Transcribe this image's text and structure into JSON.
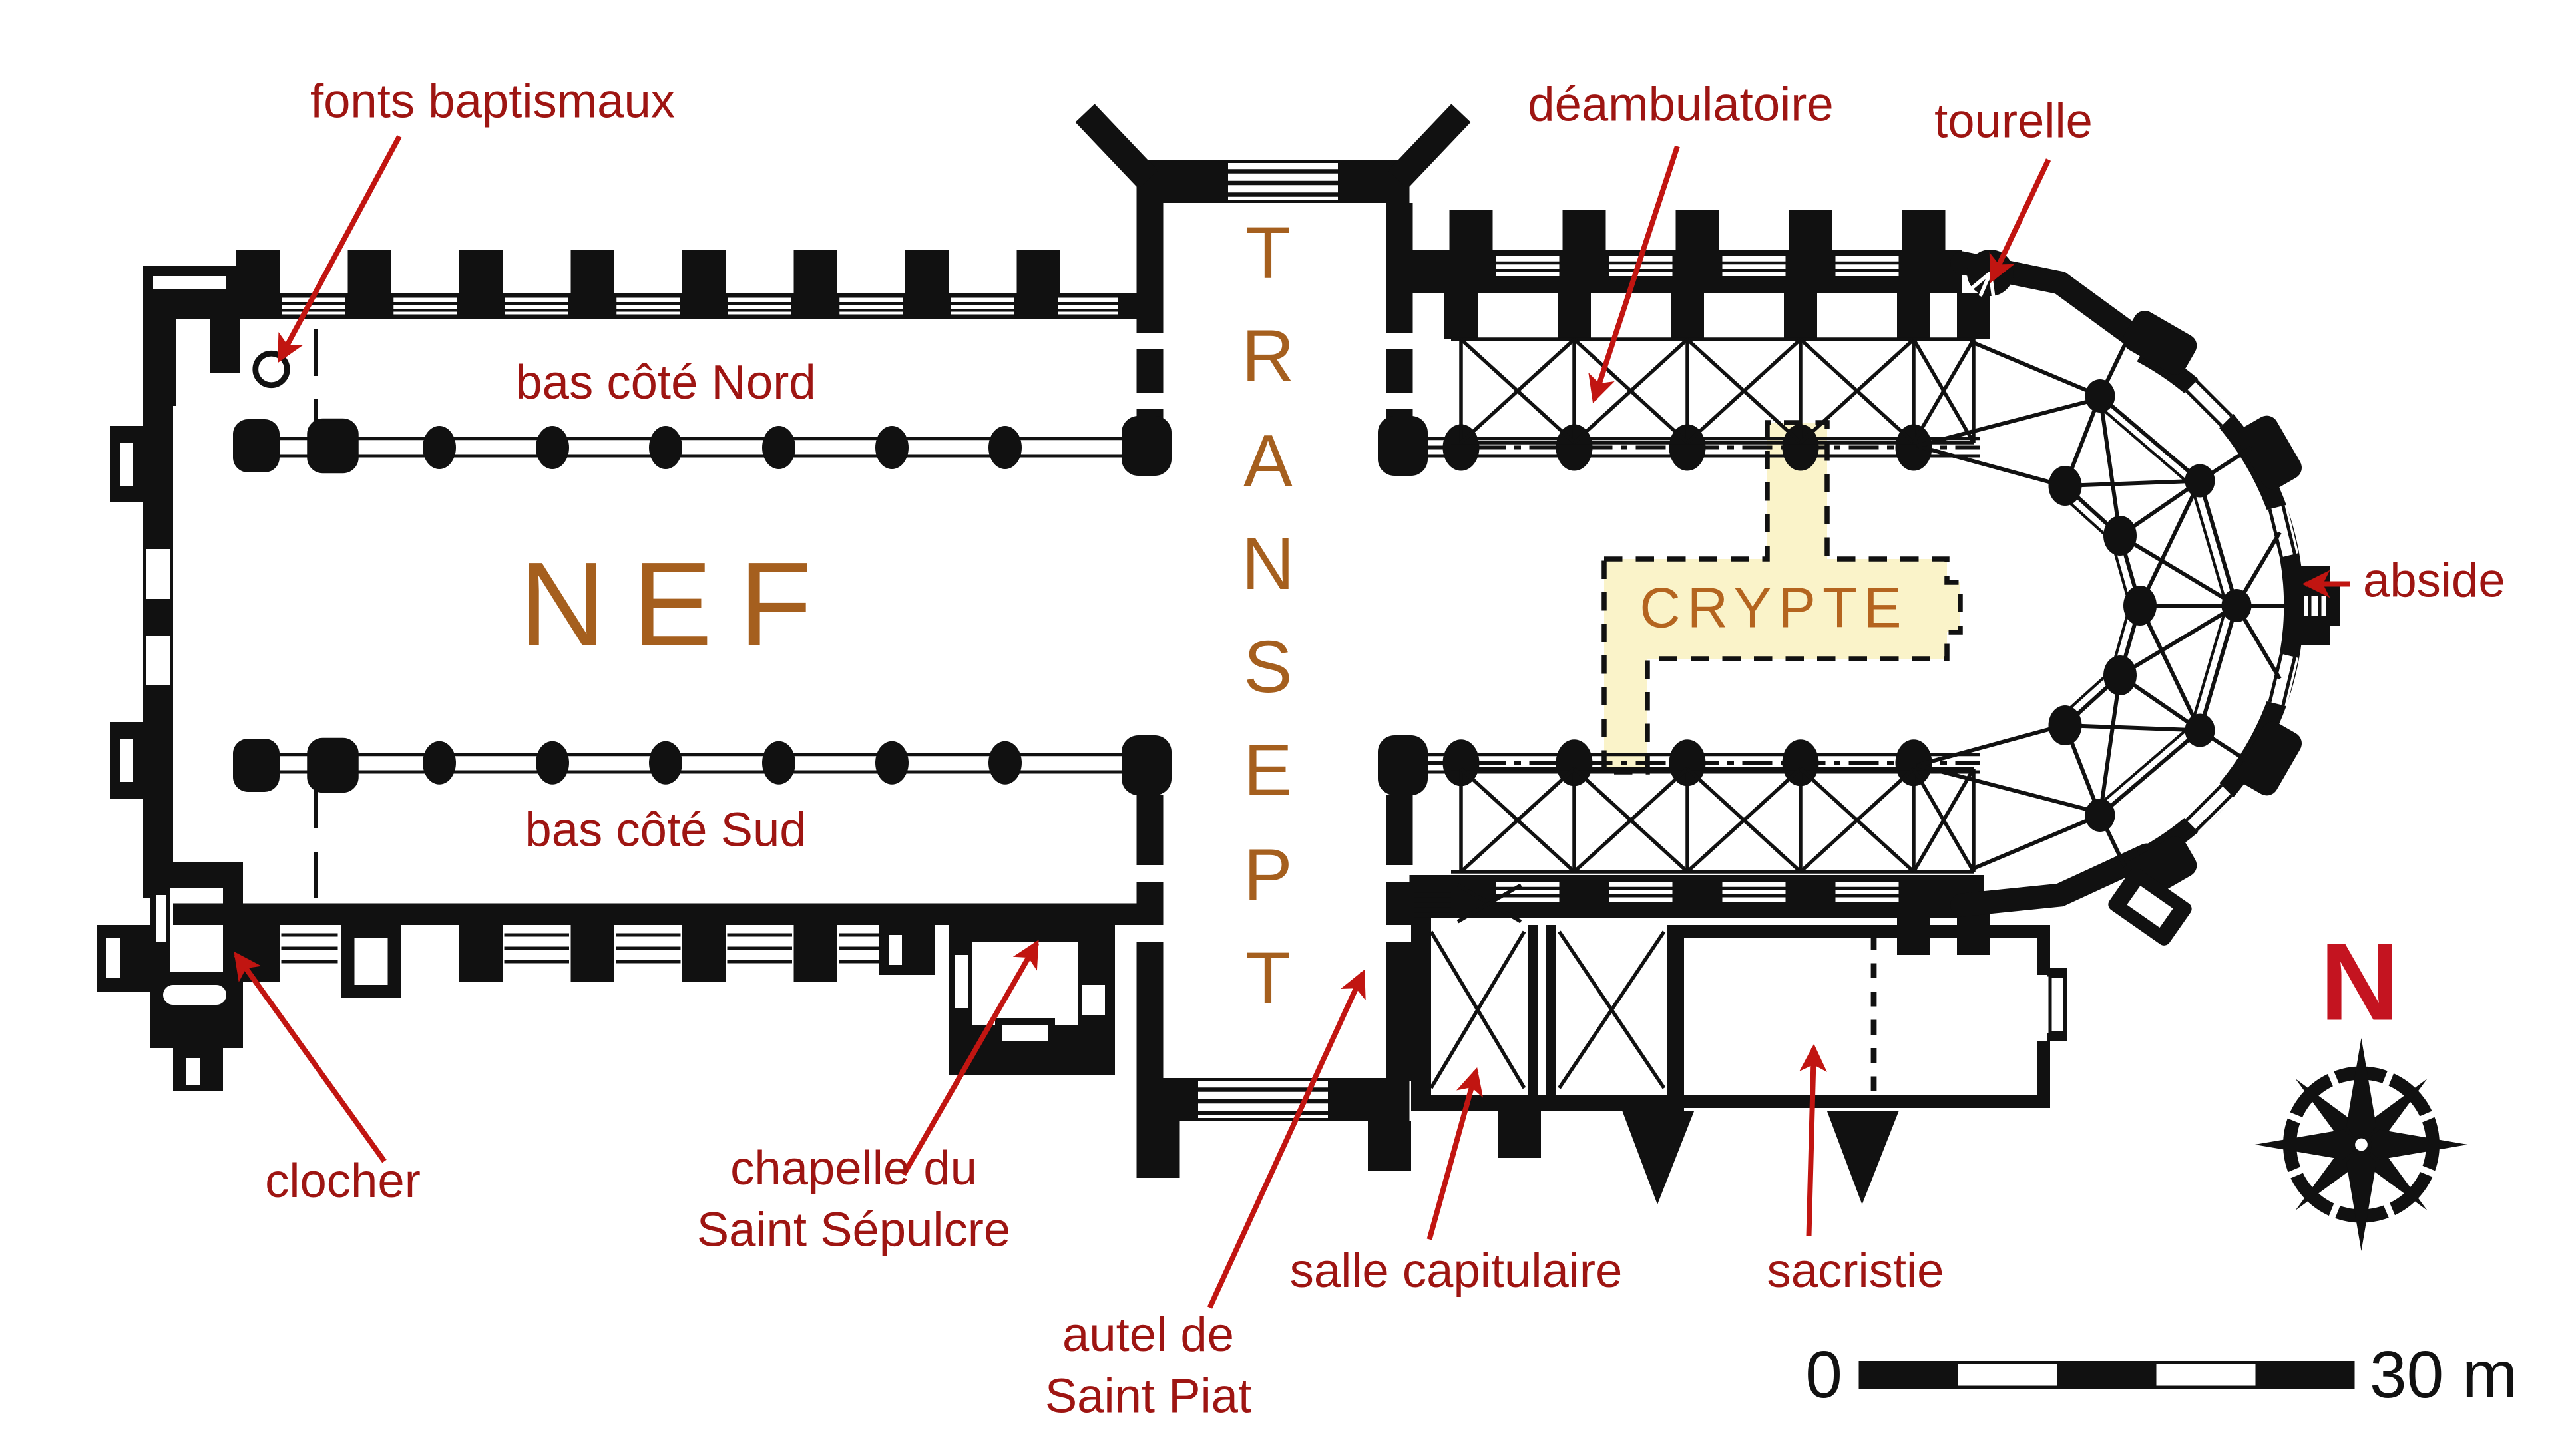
{
  "diagram": {
    "type": "floor-plan",
    "subject": "plan of a gothic cathedral",
    "background": "#ffffff",
    "colors": {
      "plan_black": "#111111",
      "label_dark_red": "#9e1512",
      "label_bright_red": "#c41420",
      "arrow_red": "#c11511",
      "room_name_brown": "#a55f1e",
      "crypte_text_brown": "#b4641f",
      "crypte_fill_yellow": "#faf3c9"
    },
    "labels": {
      "fonts_baptismaux": "fonts baptismaux",
      "bas_cote_nord": "bas côté Nord",
      "nef": "NEF",
      "bas_cote_sud": "bas côté Sud",
      "transept_letters": [
        "T",
        "R",
        "A",
        "N",
        "S",
        "E",
        "P",
        "T"
      ],
      "deambulatoire": "déambulatoire",
      "tourelle": "tourelle",
      "abside": "abside",
      "crypte": "CRYPTE",
      "clocher": "clocher",
      "chapelle_line1": "chapelle du",
      "chapelle_line2": "Saint Sépulcre",
      "autel_line1": "autel de",
      "autel_line2": "Saint Piat",
      "salle_capitulaire": "salle capitulaire",
      "sacristie": "sacristie",
      "north_letter": "N"
    },
    "scale_bar": {
      "start_value": "0",
      "end_value": "30 m",
      "segments": 5
    }
  }
}
